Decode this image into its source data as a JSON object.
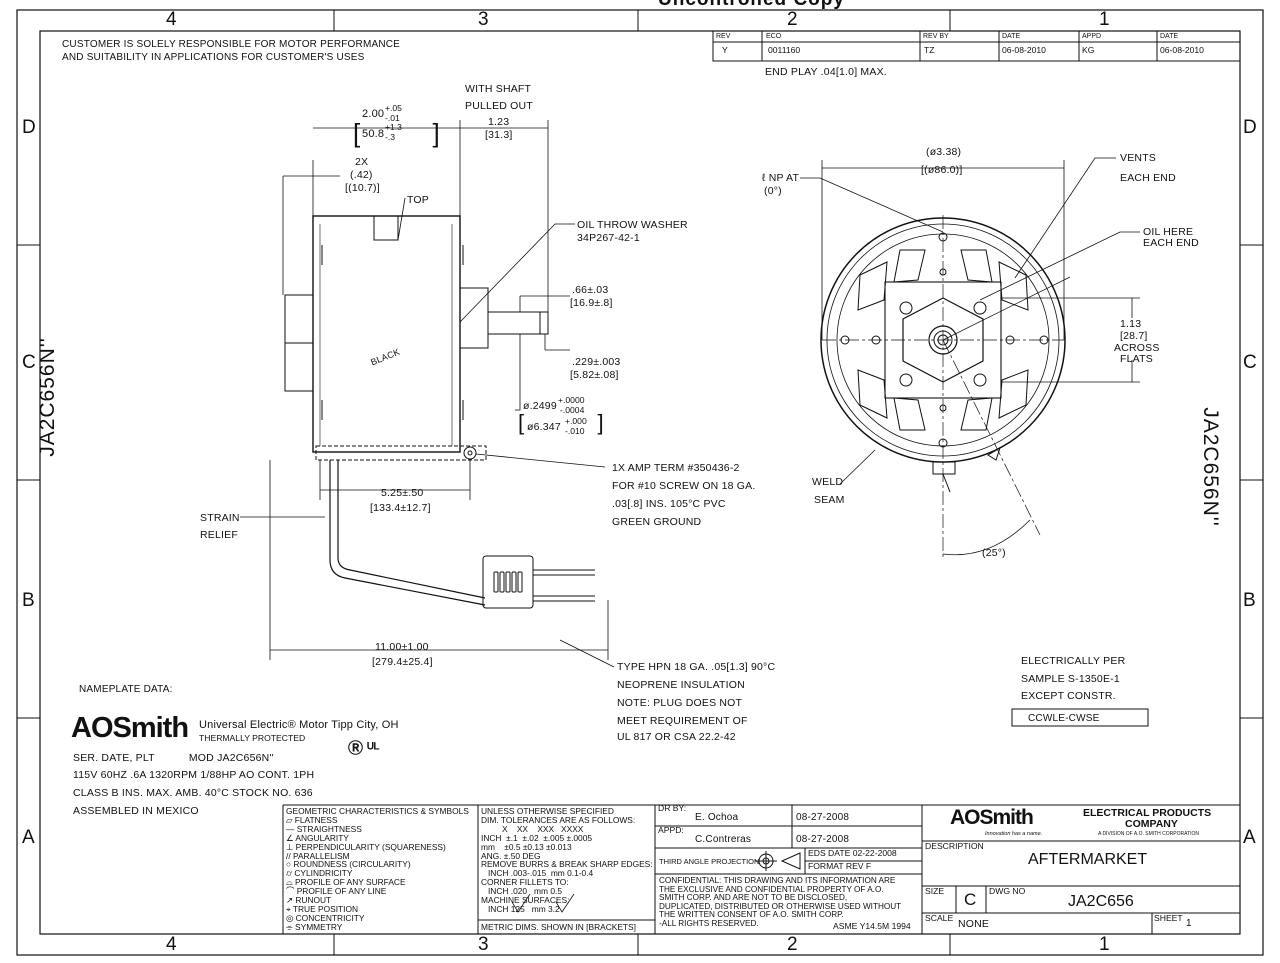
{
  "header": {
    "stamp": "Uncontrolled Copy"
  },
  "zones": {
    "top": [
      "4",
      "3",
      "2",
      "1"
    ],
    "side": [
      "D",
      "C",
      "B",
      "A"
    ]
  },
  "revision": {
    "headers": [
      "REV",
      "ECO",
      "REV BY",
      "DATE",
      "APPD",
      "DATE"
    ],
    "values": [
      "Y",
      "0011160",
      "TZ",
      "06-08-2010",
      "KG",
      "06-08-2010"
    ],
    "end_play": "END PLAY .04[1.0] MAX."
  },
  "customer_note": [
    "CUSTOMER IS SOLELY RESPONSIBLE FOR MOTOR PERFORMANCE",
    "AND SUITABILITY IN APPLICATIONS FOR CUSTOMER'S USES"
  ],
  "side_model": "JA2C656N''",
  "dims": {
    "shaft_pulled": [
      "WITH SHAFT",
      "PULLED OUT"
    ],
    "shaft_len": [
      "1.23",
      "[31.3]"
    ],
    "body_len": "2.00",
    "body_len_tol": [
      "+.05",
      "-.01"
    ],
    "body_len_mm": "50.8",
    "body_len_mm_tol": [
      "+1.3",
      "-.3"
    ],
    "two_x": [
      "2X",
      "(.42)",
      "[(10.7)]"
    ],
    "top": "TOP",
    "oil_throw": [
      "OIL THROW  WASHER",
      "34P267-42-1"
    ],
    "flat_len": [
      ".66±.03",
      "[16.9±.8]"
    ],
    "flat_depth": [
      ".229±.003",
      "[5.82±.08]"
    ],
    "shaft_dia": "ø.2499",
    "shaft_dia_tol": [
      "+.0000",
      "-.0004"
    ],
    "shaft_dia_mm": "ø6.347",
    "shaft_dia_mm_tol": [
      "+.000",
      "-.010"
    ],
    "black": "BLACK",
    "lead_len": [
      "5.25±.50",
      "[133.4±12.7]"
    ],
    "strain": [
      "STRAIN",
      "RELIEF"
    ],
    "amp_term": [
      "1X AMP TERM #350436-2",
      "FOR #10 SCREW ON 18 GA.",
      ".03[.8] INS. 105°C PVC",
      "GREEN GROUND"
    ],
    "cord_len": [
      "11.00±1.00",
      "[279.4±25.4]"
    ],
    "cord_type": [
      "TYPE HPN 18 GA. .05[1.3] 90°C",
      "NEOPRENE INSULATION",
      "NOTE: PLUG DOES NOT",
      "MEET REQUIREMENT OF",
      "UL 817 OR CSA 22.2-42"
    ],
    "diameter": [
      "(ø3.38)",
      "[(ø86.0)]"
    ],
    "np_at": [
      "ℓ NP AT",
      "(0°)"
    ],
    "vents": [
      "VENTS",
      "EACH END"
    ],
    "oil_here": [
      "OIL HERE",
      "EACH END"
    ],
    "across": [
      "1.13",
      "[28.7]",
      "ACROSS",
      "FLATS"
    ],
    "weld": [
      "WELD",
      "SEAM"
    ],
    "angle": "(25°)"
  },
  "electrical_note": [
    "ELECTRICALLY PER",
    "SAMPLE S-1350E-1",
    "EXCEPT CONSTR."
  ],
  "rotation_box": "CCWLE-CWSE",
  "nameplate": {
    "label": "NAMEPLATE DATA:",
    "brand": "AOSmith",
    "universal": "Universal Electric® Motor Tipp City, OH",
    "protected": "THERMALLY PROTECTED",
    "lines": [
      "SER. DATE, PLT           MOD JA2C656N''",
      "115V 60HZ .6A 1320RPM 1/88HP AO CONT. 1PH",
      "CLASS B INS. MAX. AMB. 40°C   STOCK NO. 636",
      "ASSEMBLED IN MEXICO"
    ]
  },
  "title_block": {
    "gdt": "GEOMETRIC CHARACTERISTICS & SYMBOLS\n⏥ FLATNESS\n— STRAIGHTNESS\n∠ ANGULARITY\n⊥ PERPENDICULARITY (SQUARENESS)\n// PARALLELISM\n○ ROUNDNESS (CIRCULARITY)\n⌭ CYLINDRICITY\n⌓ PROFILE OF ANY SURFACE\n⌒ PROFILE OF ANY LINE\n↗ RUNOUT\n⌖ TRUE POSITION\n◎ CONCENTRICITY\n⌯ SYMMETRY",
    "tolerances": "UNLESS OTHERWISE SPECIFIED\nDIM. TOLERANCES ARE AS FOLLOWS:\n         X    XX    XXX   XXXX\nINCH  ±.1  ±.02  ±.005 ±.0005\nmm    ±0.5 ±0.13 ±0.013\nANG. ±.50 DEG\nREMOVE BURRS & BREAK SHARP EDGES:\n   INCH .003-.015  mm 0.1-0.4\nCORNER FILLETS TO:\n   INCH .020   mm 0.5\nMACHINE SURFACES:\n   INCH 125   mm 3.2\n\nMETRIC DIMS. SHOWN IN [BRACKETS]",
    "dr_by_label": "DR BY:",
    "dr_by": "E. Ochoa",
    "dr_date": "08-27-2008",
    "appd_label": "APPD:",
    "appd": "C.Contreras",
    "appd_date": "08-27-2008",
    "projection": "THIRD ANGLE PROJECTION",
    "eds_date": "EDS DATE   02-22-2008",
    "format_rev": "FORMAT REV   F",
    "confidential": "CONFIDENTIAL: THIS DRAWING AND ITS INFORMATION ARE\nTHE EXCLUSIVE AND CONFIDENTIAL PROPERTY OF A.O.\nSMITH CORP. AND ARE NOT TO BE DISCLOSED,\nDUPLICATED, DISTRIBUTED OR OTHERWISE USED WITHOUT\nTHE WRITTEN CONSENT OF A.O. SMITH CORP.\n-ALL RIGHTS RESERVED.",
    "asme": "ASME Y14.5M 1994",
    "company": [
      "ELECTRICAL PRODUCTS",
      "COMPANY"
    ],
    "division": "A DIVISION OF A.O. SMITH CORPORATION",
    "tagline": "Innovation has a name.",
    "description_label": "DESCRIPTION",
    "description": "AFTERMARKET",
    "size_label": "SIZE",
    "size": "C",
    "dwg_label": "DWG NO",
    "dwg": "JA2C656",
    "scale_label": "SCALE",
    "scale": "NONE",
    "sheet_label": "SHEET",
    "sheet": "1"
  }
}
